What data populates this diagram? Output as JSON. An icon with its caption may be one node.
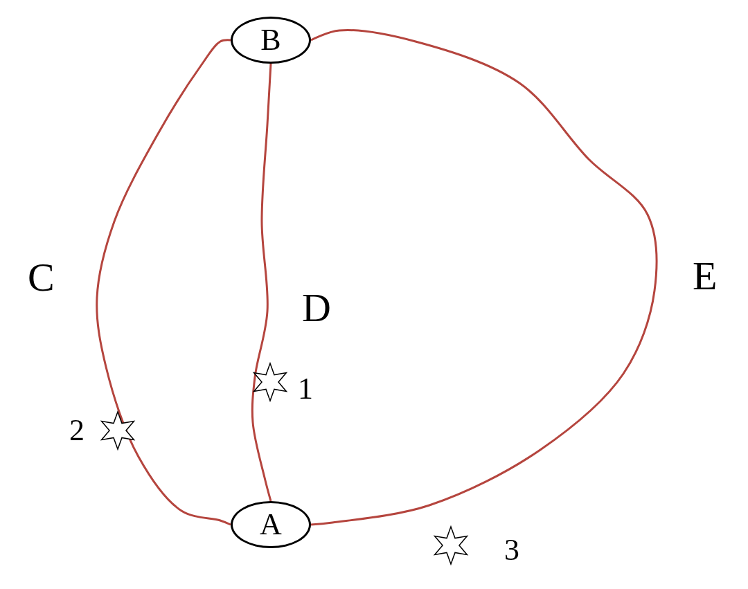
{
  "diagram": {
    "nodes": [
      {
        "text": [
          "B"
        ]
      },
      {
        "text": [
          "A"
        ]
      }
    ],
    "edges": [
      {
        "from": 0,
        "to": 1,
        "arrow": "none"
      },
      {
        "from": 0,
        "to": 1,
        "arrow": "none"
      },
      {
        "from": 0,
        "to": 1,
        "arrow": "none"
      }
    ],
    "labels": [
      "C",
      "D",
      "E",
      "1",
      "2",
      "3"
    ]
  }
}
